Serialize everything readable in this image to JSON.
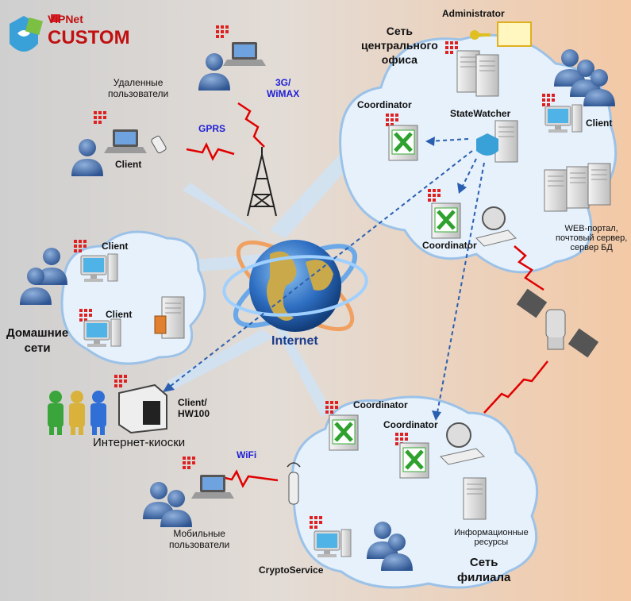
{
  "brand": {
    "small": "ViPNet",
    "big": "CUSTOM"
  },
  "labels": {
    "remote_users": "Удаленные\nпользователи",
    "wimax": "3G/\nWiMAX",
    "gprs": "GPRS",
    "client_remote": "Client",
    "central_office": "Сеть\nцентрального\nофиса",
    "administrator": "Administrator",
    "coordinator_central": "Coordinator",
    "statewatcher": "StateWatcher",
    "client_central": "Client",
    "coordinator_central2": "Coordinator",
    "servers": "WEB-портал,\nпочтовый сервер,\nсервер БД",
    "client_home1": "Client",
    "client_home2": "Client",
    "home_networks": "Домашние\nсети",
    "internet": "Internet",
    "kiosk_client": "Client/\nHW100",
    "kiosks": "Интернет-киоски",
    "coordinator_branch1": "Coordinator",
    "coordinator_branch2": "Coordinator",
    "wifi": "WiFi",
    "mobile_users": "Мобильные\nпользователи",
    "info_resources": "Информационные\nресурсы",
    "cryptoservice": "CryptoService",
    "branch": "Сеть\nфилиала"
  },
  "colors": {
    "cloud": "#e6f1fb",
    "cloud_edge": "#9cc2e8",
    "beam": "#cfe3f5",
    "shield_red": "#e02020",
    "lightning": "#e00000",
    "dashed": "#2a5fb0",
    "user_blue": "#3a67a6",
    "kiosk_green": "#3aa53a",
    "kiosk_yellow": "#d8b23a",
    "kiosk_blue": "#2f6fd6"
  },
  "icons": [
    "vipnet-logo-icon",
    "laptop-icon",
    "user-group-icon",
    "antenna-tower-icon",
    "server-icon",
    "coordinator-icon",
    "monitor-icon",
    "satellite-icon",
    "satellite-dish-icon",
    "globe-icon",
    "wifi-router-icon",
    "phone-icon",
    "key-icon",
    "certificate-icon",
    "kiosk-terminal-icon"
  ]
}
